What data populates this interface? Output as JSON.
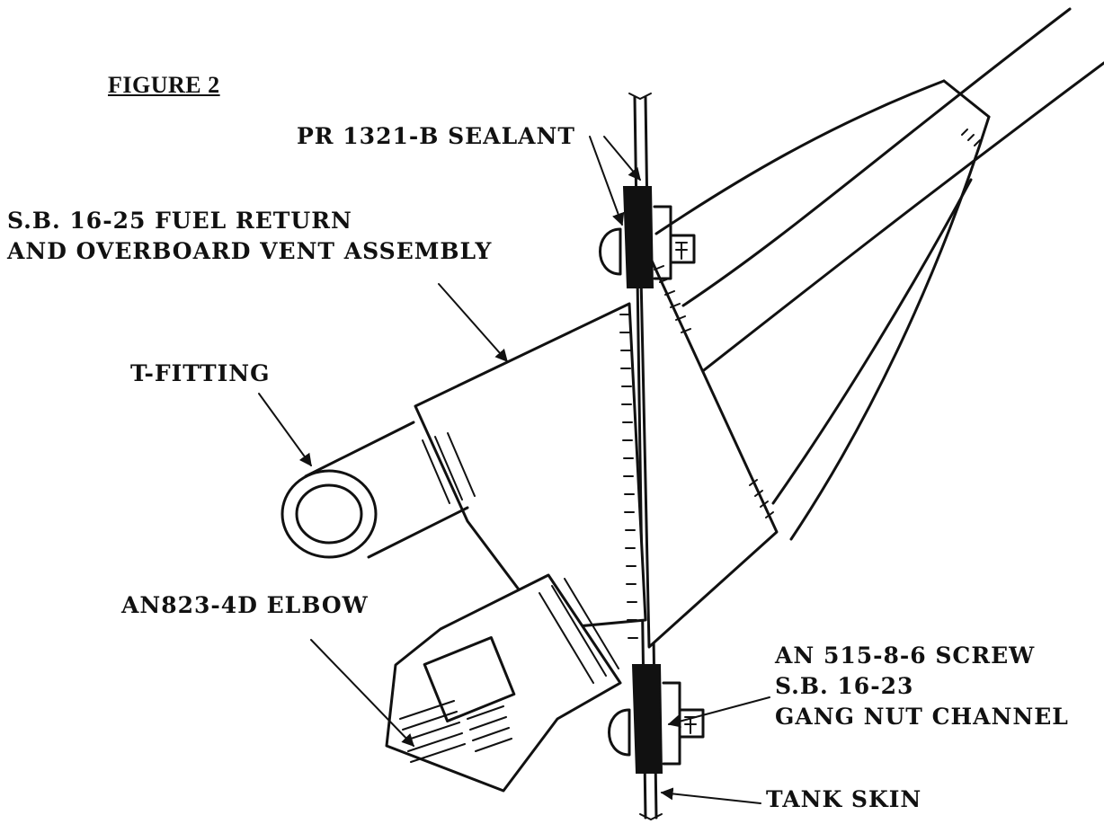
{
  "figure_title": "FIGURE 2",
  "labels": {
    "sealant": "PR 1321-B SEALANT",
    "assembly_line1": "S.B. 16-25 FUEL RETURN",
    "assembly_line2": "AND OVERBOARD VENT ASSEMBLY",
    "t_fitting": "T-FITTING",
    "elbow": "AN823-4D ELBOW",
    "screw": "AN 515-8-6 SCREW",
    "sb_ref": "S.B. 16-23",
    "channel": "GANG NUT CHANNEL",
    "tank_skin": "TANK SKIN"
  }
}
